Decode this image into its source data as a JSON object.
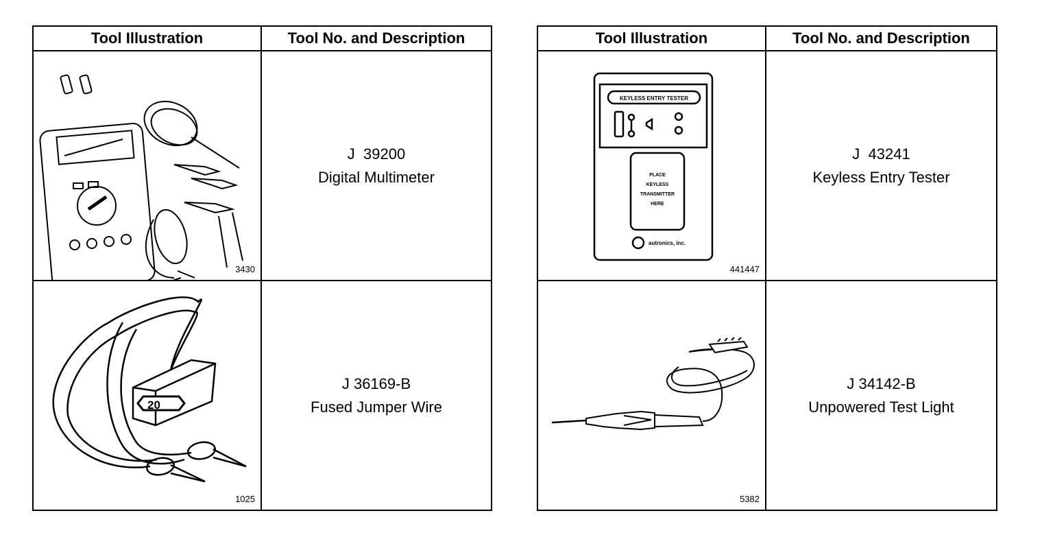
{
  "tables": [
    {
      "headers": {
        "illustration": "Tool Illustration",
        "description": "Tool No. and Description"
      },
      "rows": [
        {
          "figure_number": "3430",
          "tool_number": "J  39200",
          "tool_name": "Digital Multimeter",
          "icon": "digital-multimeter-icon"
        },
        {
          "figure_number": "1025",
          "tool_number": "J 36169-B",
          "tool_name": "Fused Jumper Wire",
          "icon": "fused-jumper-wire-icon",
          "fuse_label": "20"
        }
      ]
    },
    {
      "headers": {
        "illustration": "Tool Illustration",
        "description": "Tool No. and Description"
      },
      "rows": [
        {
          "figure_number": "441447",
          "tool_number": "J  43241",
          "tool_name": "Keyless Entry Tester",
          "icon": "keyless-entry-tester-icon",
          "device_text": {
            "panel_title": "KEYLESS ENTRY TESTER",
            "place_text": [
              "PLACE",
              "KEYLESS",
              "TRANSMITTER",
              "HERE"
            ],
            "brand": "autronics, inc."
          }
        },
        {
          "figure_number": "5382",
          "tool_number": "J 34142-B",
          "tool_name": "Unpowered Test Light",
          "icon": "unpowered-test-light-icon"
        }
      ]
    }
  ]
}
